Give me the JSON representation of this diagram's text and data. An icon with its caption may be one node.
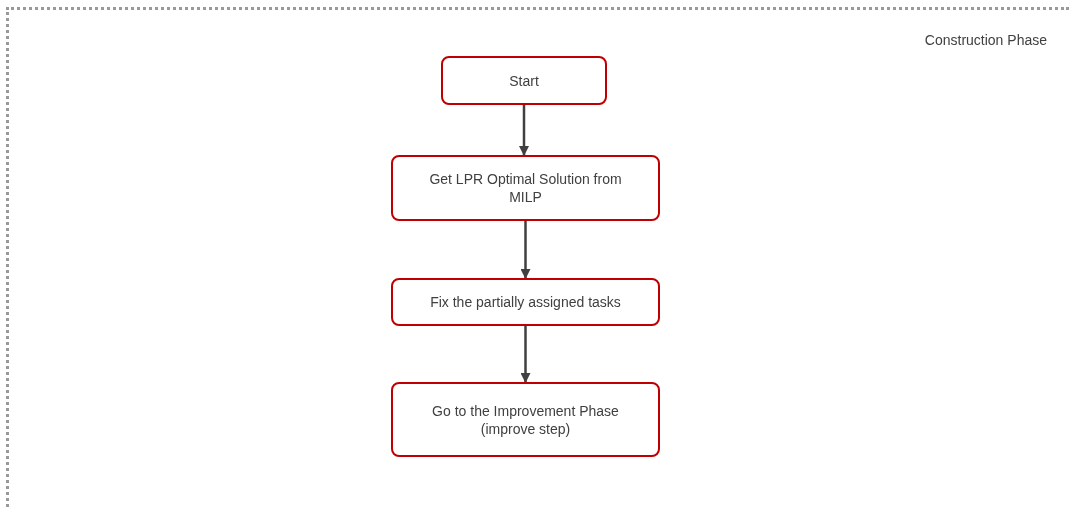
{
  "diagram": {
    "nodes": [
      {
        "text": [
          "Construction Phase"
        ]
      },
      {
        "text": [
          "Start"
        ],
        "in": 0
      },
      {
        "text": [
          "Get LPR Optimal Solution from MILP"
        ],
        "in": 0
      },
      {
        "text": [
          "Fix the partially assigned tasks"
        ],
        "in": 0
      },
      {
        "text": [
          "Go to the Improvement Phase (improve step)"
        ],
        "in": 0
      }
    ],
    "edges": [
      {
        "from": 1,
        "to": 2,
        "arrow": "to"
      },
      {
        "from": 2,
        "to": 3,
        "arrow": "to"
      },
      {
        "from": 3,
        "to": 4,
        "arrow": "to"
      }
    ]
  }
}
